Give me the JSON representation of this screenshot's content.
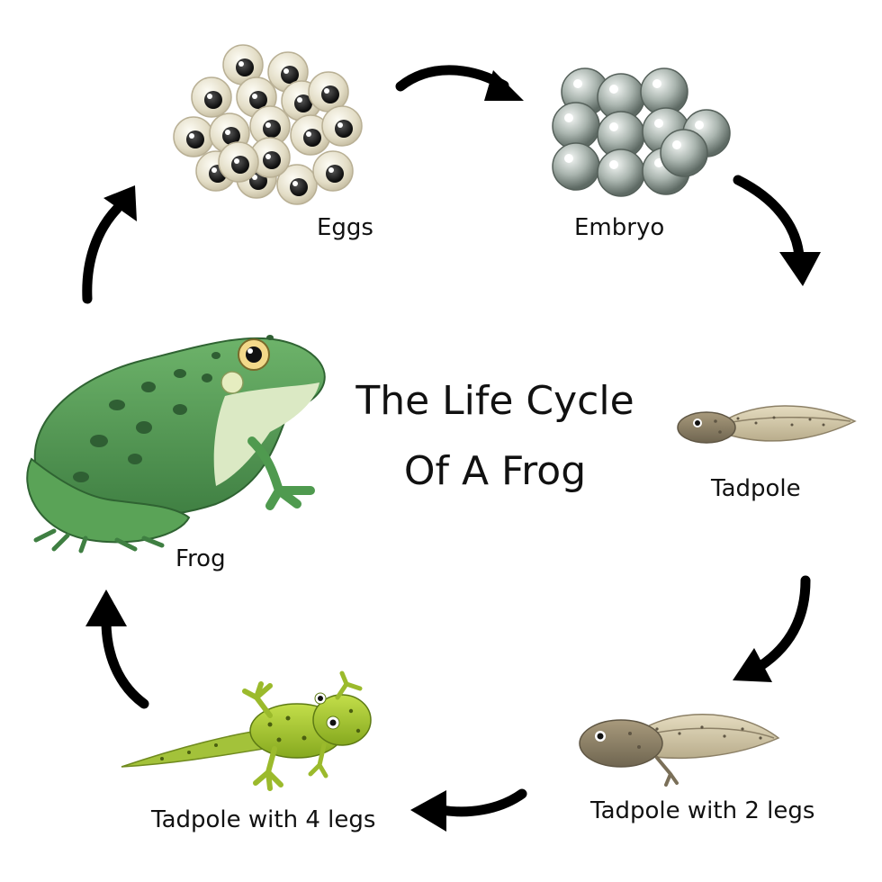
{
  "title": {
    "line1": "The Life Cycle",
    "line2": "Of A Frog"
  },
  "stages": {
    "eggs": "Eggs",
    "embryo": "Embryo",
    "tadpole": "Tadpole",
    "tadpole_2_legs": "Tadpole with 2 legs",
    "tadpole_4_legs": "Tadpole with 4 legs",
    "frog": "Frog"
  },
  "colors": {
    "arrow": "#000000",
    "egg_shell": "#e6e0cc",
    "egg_yolk": "#151515",
    "embryo": "#9aa6a0",
    "tadpole": "#8a8068",
    "tadpole_legs_body": "#9fbf2a",
    "frog_green": "#4f9a4f",
    "frog_belly": "#dbe9c4"
  }
}
